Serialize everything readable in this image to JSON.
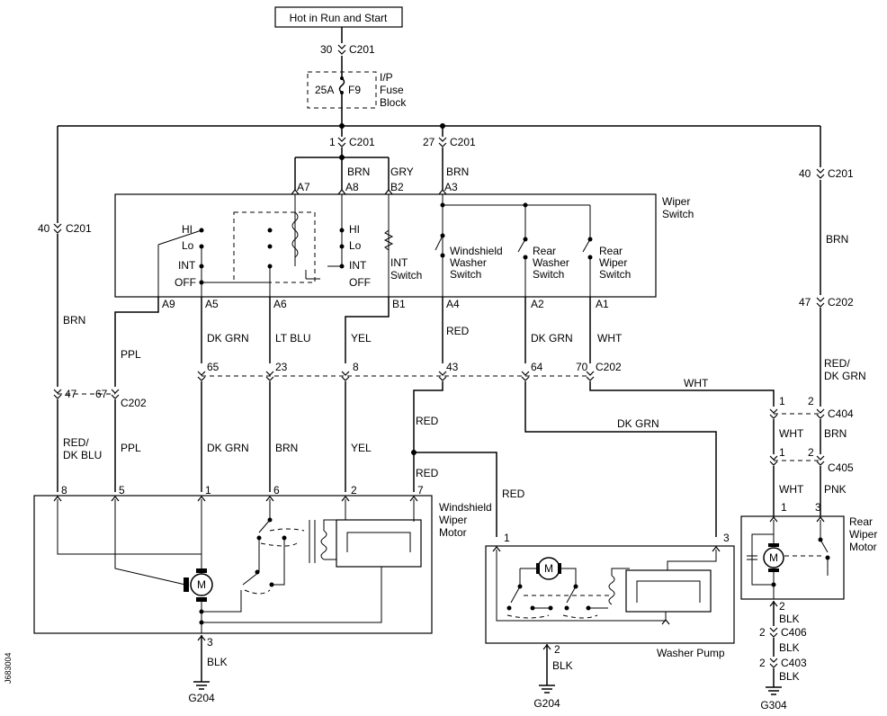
{
  "power_source": "Hot in Run and Start",
  "fuse_block": {
    "fuse_rating": "25A",
    "fuse_id": "F9",
    "label_line1": "I/P",
    "label_line2": "Fuse",
    "label_line3": "Block"
  },
  "connectors": {
    "top_pin": "30",
    "top_conn": "C201",
    "feed_pin": "1",
    "feed_conn": "C201",
    "washer_feed_pin": "27",
    "washer_feed_conn": "C201",
    "left_pin": "40",
    "left_conn": "C201",
    "right_pin": "40",
    "right_conn": "C201",
    "right_c202_pin": "47",
    "right_c202_conn": "C202",
    "c202_row_pins": [
      "65",
      "23",
      "8",
      "43",
      "64",
      "70"
    ],
    "c202_row_conn": "C202",
    "c202_left_pins": [
      "47",
      "67"
    ],
    "c202_left_conn": "C202",
    "c404_pins": [
      "1",
      "2"
    ],
    "c404_conn": "C404",
    "c405_pins": [
      "1",
      "2"
    ],
    "c405_conn": "C405",
    "c406_pin": "2",
    "c406_conn": "C406",
    "c403_pin": "2",
    "c403_conn": "C403"
  },
  "wiper_switch": {
    "label_line1": "Wiper",
    "label_line2": "Switch",
    "top_terminals": [
      "A7",
      "A8",
      "B2",
      "A3"
    ],
    "bottom_terminals": [
      "A9",
      "A5",
      "A6",
      "B1",
      "A4",
      "A2",
      "A1"
    ],
    "left_positions": [
      "HI",
      "Lo",
      "INT",
      "OFF"
    ],
    "right_positions": [
      "HI",
      "Lo",
      "INT",
      "OFF"
    ],
    "int_switch": [
      "INT",
      "Switch"
    ],
    "washer_switch": [
      "Windshield",
      "Washer",
      "Switch"
    ],
    "rear_washer_switch": [
      "Rear",
      "Washer",
      "Switch"
    ],
    "rear_wiper_switch": [
      "Rear",
      "Wiper",
      "Switch"
    ]
  },
  "wire_colors": {
    "brn": "BRN",
    "gry": "GRY",
    "ppl": "PPL",
    "dk_grn": "DK GRN",
    "lt_blu": "LT BLU",
    "yel": "YEL",
    "red": "RED",
    "wht": "WHT",
    "red_dk_grn_1": "RED/",
    "red_dk_grn_2": "DK GRN",
    "red_dk_blu_1": "RED/",
    "red_dk_blu_2": "DK BLU",
    "pnk": "PNK",
    "blk": "BLK"
  },
  "windshield_motor": {
    "label_line1": "Windshield",
    "label_line2": "Wiper",
    "label_line3": "Motor",
    "pins": [
      "8",
      "5",
      "1",
      "6",
      "2",
      "7"
    ],
    "ground_pin": "3",
    "motor_symbol": "M"
  },
  "washer_pump": {
    "label": "Washer Pump",
    "pin_left": "1",
    "pin_right": "3",
    "ground_pin": "2",
    "motor_symbol": "M"
  },
  "rear_wiper_motor": {
    "label_line1": "Rear",
    "label_line2": "Wiper",
    "label_line3": "Motor",
    "pin_left": "1",
    "pin_right": "3",
    "ground_pin": "2",
    "motor_symbol": "M"
  },
  "grounds": [
    "G204",
    "G204",
    "G304"
  ],
  "diagram_id": "J683004"
}
